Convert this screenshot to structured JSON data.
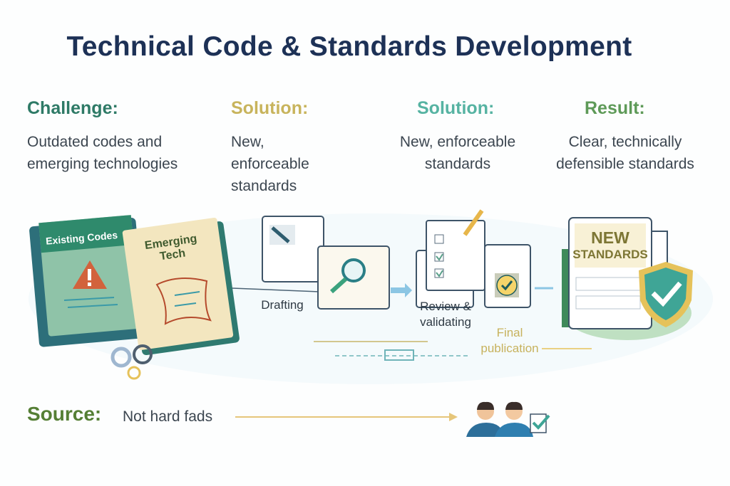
{
  "title": "Technical Code & Standards Development",
  "columns": [
    {
      "heading": "Challenge:",
      "text": "Outdated codes and emerging technologies",
      "color": "#2e7a66"
    },
    {
      "heading": "Solution:",
      "text": "New, enforceable standards",
      "color": "#c8b45c"
    },
    {
      "heading": "Solution:",
      "text": "New, enforceable standards",
      "color": "#56b3a2"
    },
    {
      "heading": "Result:",
      "text": "Clear, technically defensible standards",
      "color": "#5e9a58"
    }
  ],
  "books": {
    "existing": "Existing Codes",
    "emerging_1": "Emerging",
    "emerging_2": "Tech"
  },
  "steps": {
    "drafting": "Drafting",
    "review_1": "Review &",
    "review_2": "validating",
    "final_1": "Final",
    "final_2": "publication"
  },
  "result_doc": {
    "line1": "NEW",
    "line2": "STANDARDS"
  },
  "source": {
    "label": "Source:",
    "value": "Not hard fads"
  }
}
